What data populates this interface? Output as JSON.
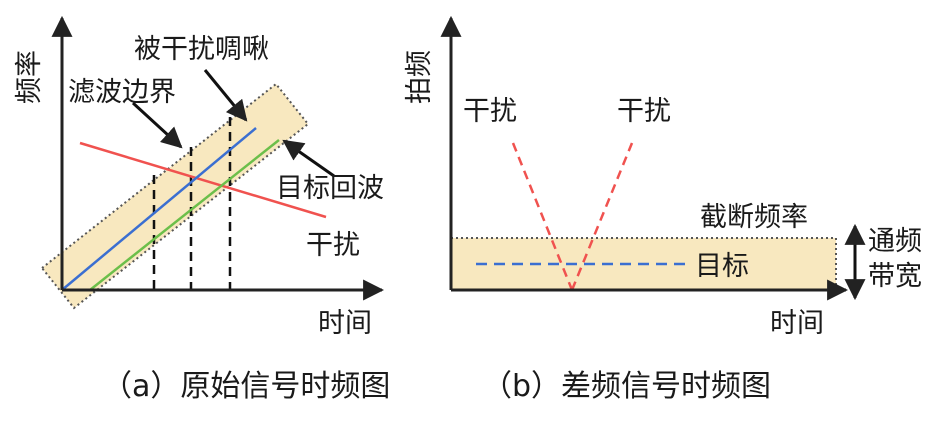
{
  "panel_a": {
    "y_axis_label": "频率",
    "x_axis_label": "时间",
    "annotations": {
      "interfered_signal": "被干扰啁啾",
      "filter_boundary": "滤波边界",
      "target_echo": "目标回波",
      "interference": "干扰"
    },
    "caption": "（a）原始信号时频图"
  },
  "panel_b": {
    "y_axis_label": "拍频",
    "x_axis_label": "时间",
    "annotations": {
      "interference_left": "干扰",
      "interference_right": "干扰",
      "cutoff_frequency": "截断频率",
      "target": "目标",
      "passband_line1": "通频",
      "passband_line2": "带宽"
    },
    "caption": "（b）差频信号时频图"
  },
  "colors": {
    "band_fill": "#f8e8bf",
    "chirp_blue": "#3b6fd1",
    "echo_green": "#6cbf4a",
    "interference_red": "#f0524f",
    "axis": "#222222"
  }
}
